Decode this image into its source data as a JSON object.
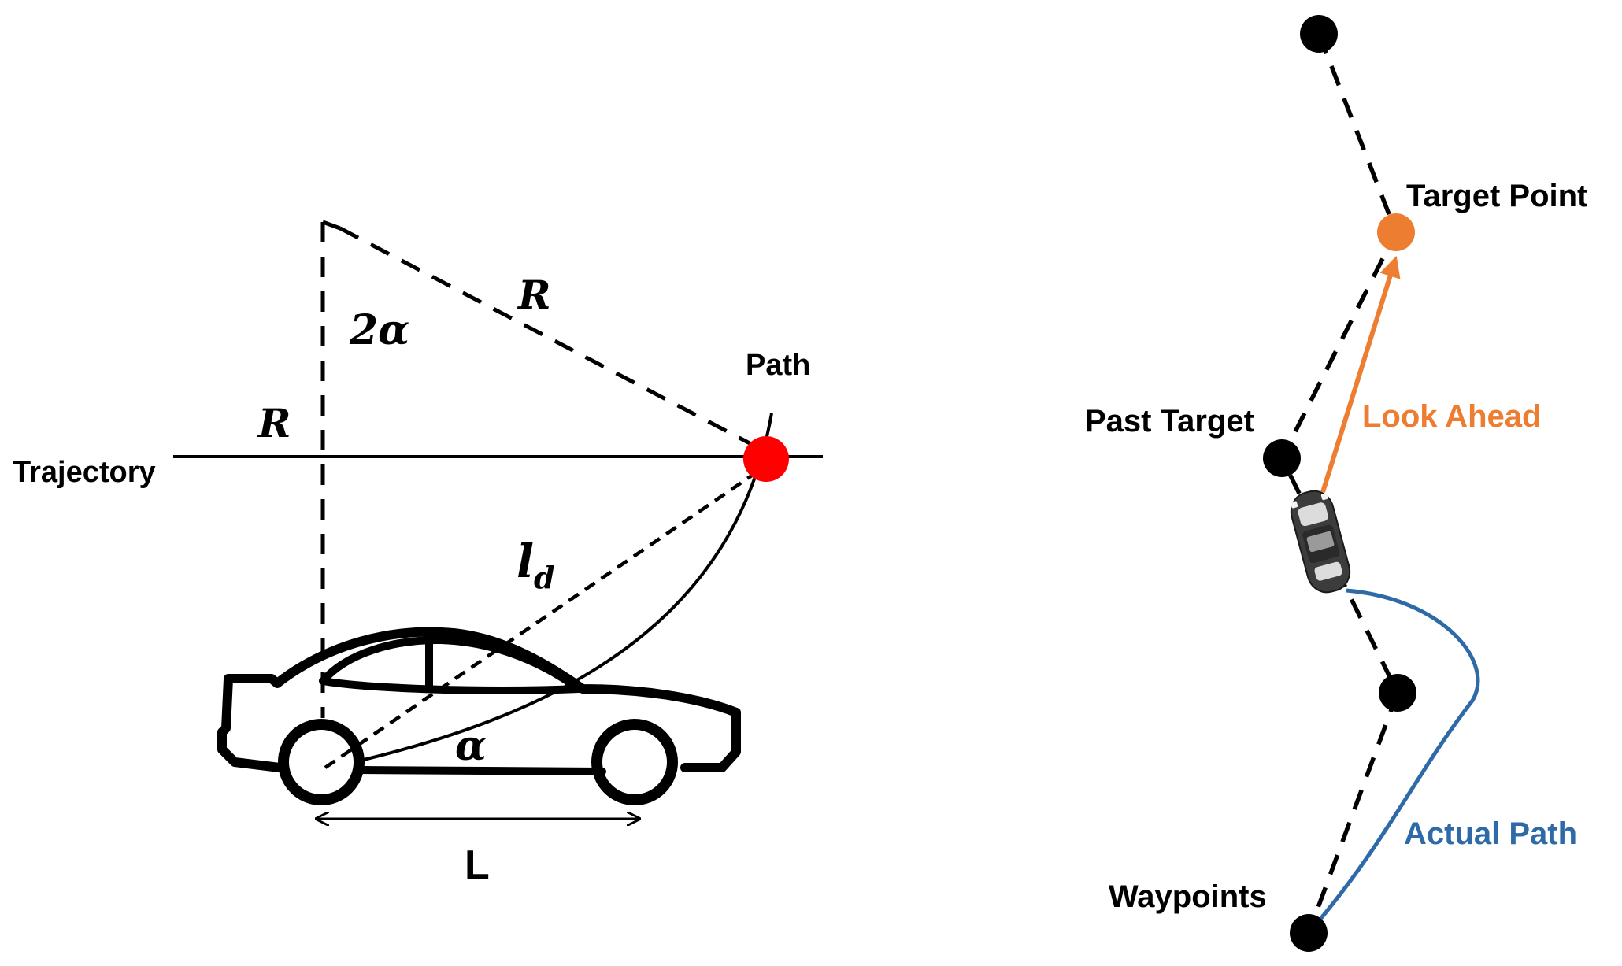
{
  "left_diagram": {
    "labels": {
      "r_top": "R",
      "two_alpha": "2α",
      "r_left": "R",
      "path": "Path",
      "trajectory": "Trajectory",
      "ld_main": "l",
      "ld_sub": "d",
      "alpha": "α",
      "wheelbase": "L"
    },
    "colors": {
      "line": "#000000",
      "goal_point": "#ff0000"
    }
  },
  "right_diagram": {
    "labels": {
      "target_point": "Target Point",
      "past_target": "Past Target",
      "look_ahead": "Look Ahead",
      "actual_path": "Actual Path",
      "waypoints": "Waypoints"
    },
    "colors": {
      "waypoint": "#000000",
      "target_point": "#ed7d31",
      "look_ahead": "#ed7d31",
      "actual_path": "#2e6aa8"
    }
  }
}
